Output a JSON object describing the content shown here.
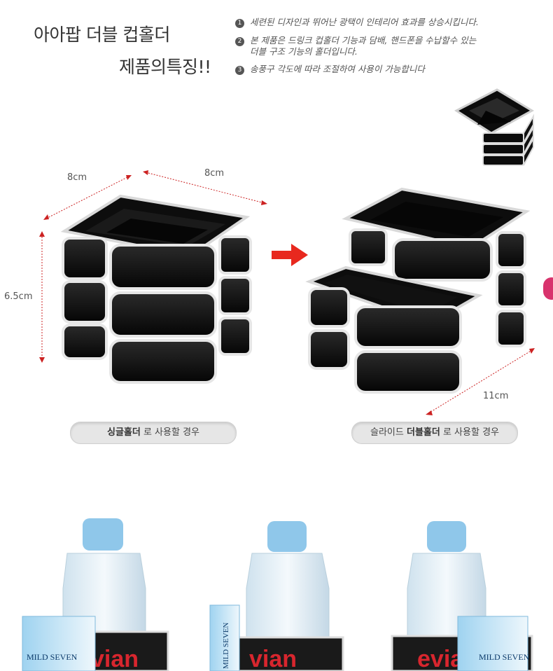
{
  "header": {
    "title_line1": "아아팝 더블 컵홀더",
    "title_line2": "제품의특징!!"
  },
  "features": [
    {
      "num": "1",
      "text": "세련된 디자인과 뛰어난 광택이 인테리어 효과를 상승시킵니다."
    },
    {
      "num": "2",
      "text": "본 제품은 드링크 컵홀더 기능과 담배, 핸드폰을 수납할수 있는",
      "text2": "더블 구조 기능의 홀더입니다."
    },
    {
      "num": "3",
      "text": "송풍구 각도에 따라 조절하여 사용이 가능합니다"
    }
  ],
  "dimensions": {
    "width_left": "8cm",
    "width_right": "8cm",
    "height": "6.5cm",
    "extended": "11cm"
  },
  "captions": {
    "single_bold": "싱글홀더",
    "single_rest": "로 사용할 경우",
    "double_pre": "슬라이드",
    "double_bold": "더블홀더",
    "double_rest": "로 사용할 경우"
  },
  "product_labels": {
    "bottle_brand": "evian",
    "bottle_brand_partial": "vian",
    "box_brand": "MILD SEVEN"
  },
  "colors": {
    "arrow": "#e8281e",
    "dimension_line": "#cc2222",
    "holder_body": "#111111",
    "holder_trim": "#dddddd",
    "bottle_cap": "#8fc7ea"
  }
}
